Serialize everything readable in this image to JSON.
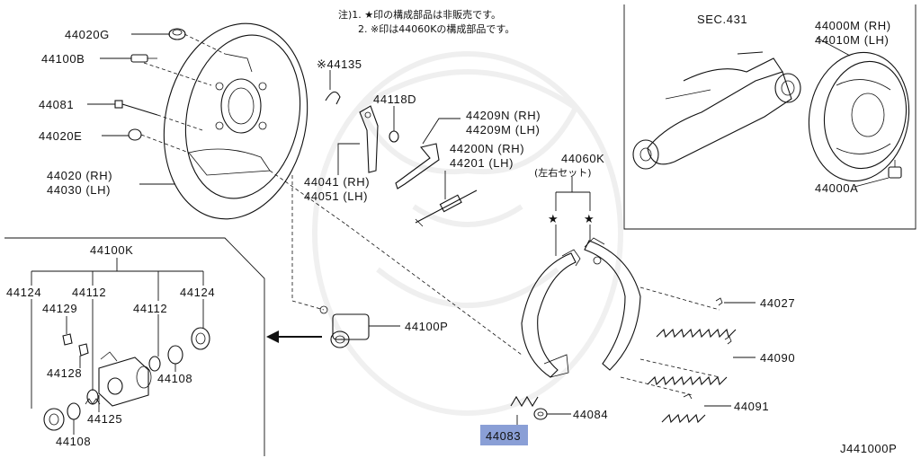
{
  "notes": {
    "line1": "注)1. ★印の構成部品は非販売です。",
    "line2": "2. ※印は44060Kの構成部品です。"
  },
  "labels": {
    "p44020G": "44020G",
    "p44100B": "44100B",
    "p44081": "44081",
    "p44020E": "44020E",
    "p44020": "44020 (RH)",
    "p44030": "44030 (LH)",
    "p44135": "※44135",
    "p44118D": "44118D",
    "p44041": "44041 (RH)",
    "p44051": "44051 (LH)",
    "p44209N": "44209N (RH)",
    "p44209M": "44209M (LH)",
    "p44200N": "44200N (RH)",
    "p44201": "44201 (LH)",
    "p44060K": "44060K",
    "p44060K_sub": "(左右セット)",
    "sec431": "SEC.431",
    "p44000M": "44000M (RH)",
    "p44010M": "44010M (LH)",
    "p44000A": "44000A",
    "p44100K": "44100K",
    "p44124_l": "44124",
    "p44112_l": "44112",
    "p44129": "44129",
    "p44112_r": "44112",
    "p44124_r": "44124",
    "p44128": "44128",
    "p44108_r": "44108",
    "p44125": "44125",
    "p44108_l": "44108",
    "p44100P": "44100P",
    "p44027": "44027",
    "p44090": "44090",
    "p44091": "44091",
    "p44084": "44084",
    "p44083": "44083",
    "star_left": "★",
    "star_right": "★",
    "diagram_id": "J441000P"
  },
  "highlight": {
    "part": "44083",
    "color": "#8a9fd6"
  }
}
